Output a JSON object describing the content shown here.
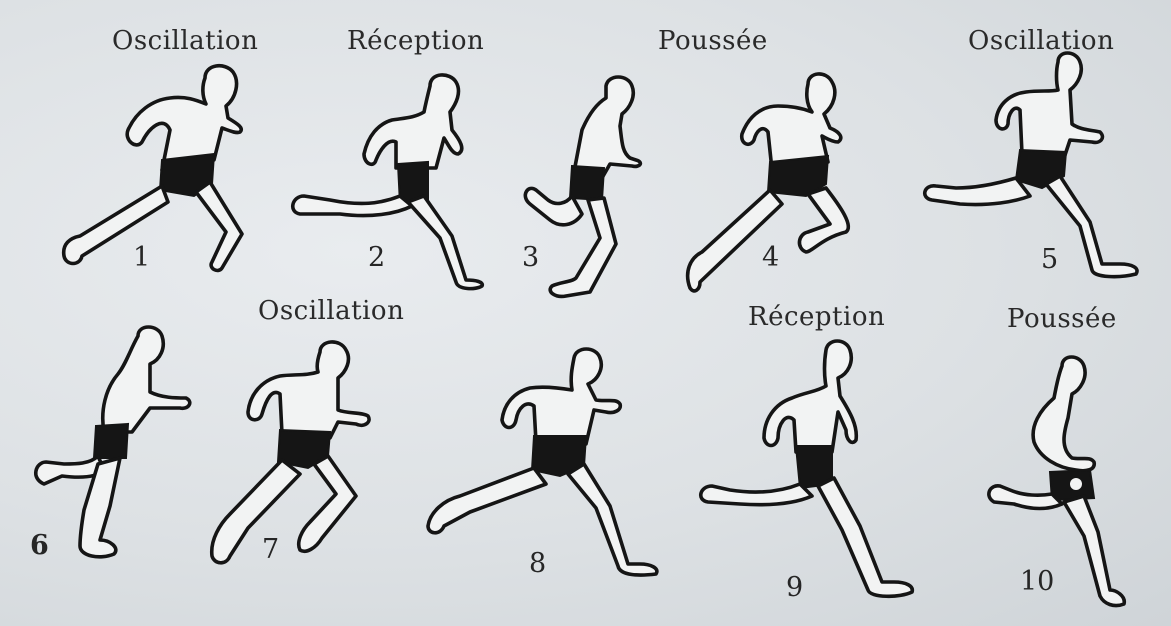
{
  "phase_labels": {
    "top_1": "Oscillation",
    "top_2": "Réception",
    "top_3": "Poussée",
    "top_4": "Oscillation",
    "bottom_1": "Oscillation",
    "bottom_2": "Réception",
    "bottom_3": "Poussée"
  },
  "frames": [
    "1",
    "2",
    "3",
    "4",
    "5",
    "6",
    "7",
    "8",
    "9",
    "10"
  ]
}
